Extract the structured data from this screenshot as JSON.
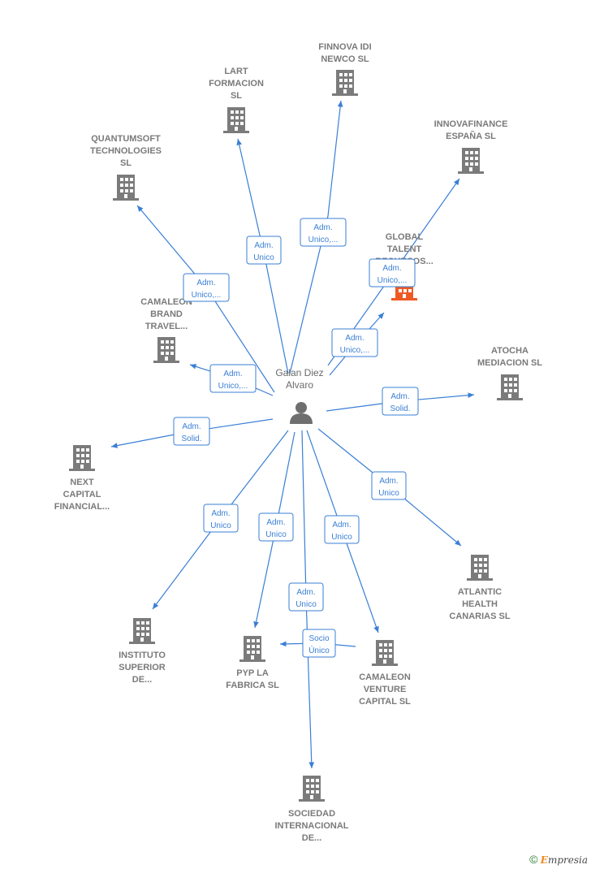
{
  "center": {
    "label_lines": [
      "Galan Diez",
      "Alvaro"
    ]
  },
  "companies": [
    {
      "id": "finnova",
      "label_lines": [
        "FINNOVA IDI",
        "NEWCO  SL"
      ],
      "highlight": false
    },
    {
      "id": "lart",
      "label_lines": [
        "LART",
        "FORMACION",
        "SL"
      ],
      "highlight": false
    },
    {
      "id": "quantumsoft",
      "label_lines": [
        "QUANTUMSOFT",
        "TECHNOLOGIES",
        "SL"
      ],
      "highlight": false
    },
    {
      "id": "innovafinance",
      "label_lines": [
        "INNOVAFINANCE",
        "ESPAÑA  SL"
      ],
      "highlight": false
    },
    {
      "id": "global",
      "label_lines": [
        "GLOBAL",
        "TALENT",
        "RECURSOS..."
      ],
      "highlight": true
    },
    {
      "id": "camaleon-brand",
      "label_lines": [
        "CAMALEON",
        "BRAND",
        "TRAVEL..."
      ],
      "highlight": false
    },
    {
      "id": "atocha",
      "label_lines": [
        "ATOCHA",
        "MEDIACION  SL"
      ],
      "highlight": false
    },
    {
      "id": "next",
      "label_lines": [
        "NEXT",
        "CAPITAL",
        "FINANCIAL..."
      ],
      "highlight": false
    },
    {
      "id": "atlantic",
      "label_lines": [
        "ATLANTIC",
        "HEALTH",
        "CANARIAS  SL"
      ],
      "highlight": false
    },
    {
      "id": "instituto",
      "label_lines": [
        "INSTITUTO",
        "SUPERIOR",
        "DE..."
      ],
      "highlight": false
    },
    {
      "id": "pyp",
      "label_lines": [
        "PYP LA",
        "FABRICA  SL"
      ],
      "highlight": false
    },
    {
      "id": "camaleon-venture",
      "label_lines": [
        "CAMALEON",
        "VENTURE",
        "CAPITAL  SL"
      ],
      "highlight": false
    },
    {
      "id": "sociedad",
      "label_lines": [
        "SOCIEDAD",
        "INTERNACIONAL",
        "DE..."
      ],
      "highlight": false
    }
  ],
  "relations": [
    {
      "to": "finnova",
      "label_lines": [
        "Adm.",
        "Unico,..."
      ]
    },
    {
      "to": "lart",
      "label_lines": [
        "Adm.",
        "Unico"
      ]
    },
    {
      "to": "quantumsoft",
      "label_lines": [
        "Adm.",
        "Unico,..."
      ]
    },
    {
      "to": "innovafinance",
      "label_lines": [
        "Adm.",
        "Unico,..."
      ]
    },
    {
      "to": "global",
      "label_lines": [
        "Adm.",
        "Unico,..."
      ]
    },
    {
      "to": "camaleon-brand",
      "label_lines": [
        "Adm.",
        "Unico,..."
      ]
    },
    {
      "to": "atocha",
      "label_lines": [
        "Adm.",
        "Solid."
      ]
    },
    {
      "to": "next",
      "label_lines": [
        "Adm.",
        "Solid."
      ]
    },
    {
      "to": "atlantic",
      "label_lines": [
        "Adm.",
        "Unico"
      ]
    },
    {
      "to": "instituto",
      "label_lines": [
        "Adm.",
        "Unico"
      ]
    },
    {
      "to": "pyp",
      "label_lines": [
        "Adm.",
        "Unico"
      ]
    },
    {
      "to": "camaleon-venture",
      "label_lines": [
        "Adm.",
        "Unico"
      ]
    },
    {
      "to": "sociedad",
      "label_lines": [
        "Adm.",
        "Unico"
      ]
    },
    {
      "from": "camaleon-venture",
      "to": "pyp",
      "label_lines": [
        "Socio",
        "Único"
      ]
    }
  ],
  "colors": {
    "edge": "#3a7fd5",
    "building": "#7b7b7b",
    "building_highlight": "#ef5a24",
    "person": "#6f6f6f"
  },
  "icons": {
    "company": "building-icon",
    "person": "person-icon"
  },
  "footer": {
    "copyright": "©",
    "brand_initial": "E",
    "brand_rest": "mpresia"
  }
}
